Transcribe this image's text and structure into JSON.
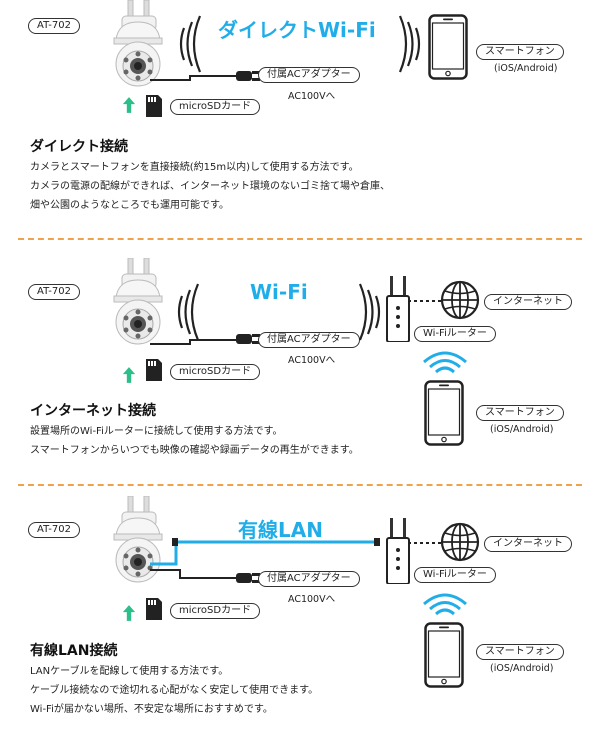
{
  "colors": {
    "cyan": "#21aee8",
    "divider": "#f0a24a",
    "arrow": "#2dbf8a"
  },
  "sections": [
    {
      "model": "AT-702",
      "title": "ダイレクトWi-Fi",
      "adapter": "付属ACアダプター",
      "voltage": "AC100Vへ",
      "sd": "microSDカード",
      "phone": "スマートフォン",
      "os": "(iOS/Android)",
      "heading": "ダイレクト接続",
      "desc": [
        "カメラとスマートフォンを直接接続(約15m以内)して使用する方法です。",
        "カメラの電源の配線ができれば、インターネット環境のないゴミ捨て場や倉庫、",
        "畑や公園のようなところでも運用可能です。"
      ]
    },
    {
      "model": "AT-702",
      "title": "Wi-Fi",
      "adapter": "付属ACアダプター",
      "voltage": "AC100Vへ",
      "sd": "microSDカード",
      "internet": "インターネット",
      "router": "Wi-Fiルーター",
      "phone": "スマートフォン",
      "os": "(iOS/Android)",
      "heading": "インターネット接続",
      "desc": [
        "設置場所のWi-Fiルーターに接続して使用する方法です。",
        "スマートフォンからいつでも映像の確認や録画データの再生ができます。"
      ]
    },
    {
      "model": "AT-702",
      "title": "有線LAN",
      "adapter": "付属ACアダプター",
      "voltage": "AC100Vへ",
      "sd": "microSDカード",
      "internet": "インターネット",
      "router": "Wi-Fiルーター",
      "phone": "スマートフォン",
      "os": "(iOS/Android)",
      "heading": "有線LAN接続",
      "desc": [
        "LANケーブルを配線して使用する方法です。",
        "ケーブル接続なので途切れる心配がなく安定して使用できます。",
        "Wi-Fiが届かない場所、不安定な場所におすすめです。"
      ]
    }
  ]
}
